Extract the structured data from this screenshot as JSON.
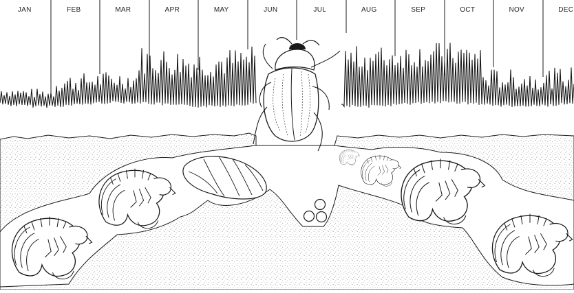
{
  "calendar": {
    "months": [
      "JAN",
      "FEB",
      "MAR",
      "APR",
      "MAY",
      "JUN",
      "JUL",
      "AUG",
      "SEP",
      "OCT",
      "NOV",
      "DEC"
    ]
  },
  "scene": {
    "ink_color": "#1a1a1a",
    "soil_stipple_color": "#8a8a8a",
    "background_color": "#ffffff",
    "stages": [
      "larva",
      "larva",
      "pupa",
      "adult-beetle",
      "eggs",
      "young-larva",
      "larva",
      "larva",
      "larva"
    ]
  }
}
